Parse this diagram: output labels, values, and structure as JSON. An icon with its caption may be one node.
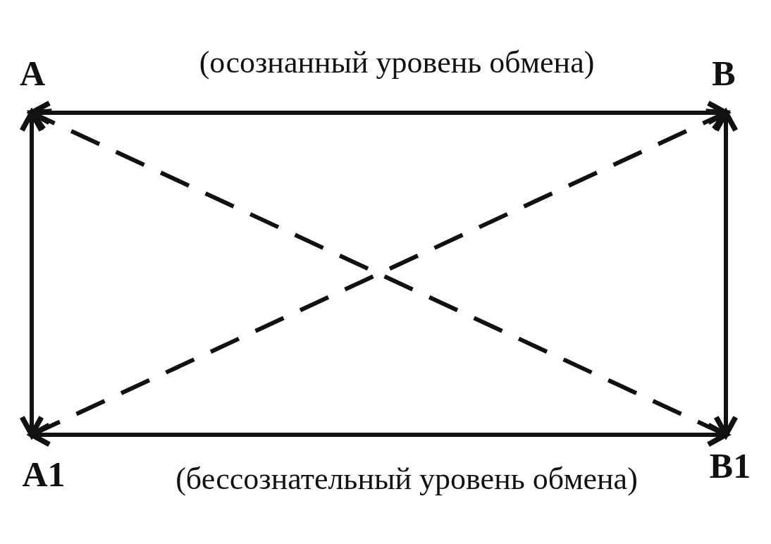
{
  "diagram": {
    "nodes": [
      {
        "text": [
          "A"
        ]
      },
      {
        "text": [
          "B"
        ]
      },
      {
        "text": [
          "A1"
        ]
      },
      {
        "text": [
          "B1"
        ]
      }
    ],
    "edges": [
      {
        "from": 0,
        "to": 1,
        "arrow": "both"
      },
      {
        "from": 0,
        "to": 2,
        "arrow": "both"
      },
      {
        "from": 1,
        "to": 3,
        "arrow": "both"
      },
      {
        "from": 2,
        "to": 3,
        "arrow": "both"
      },
      {
        "from": 3,
        "to": 0,
        "arrow": "to",
        "style": "dashed"
      },
      {
        "from": 2,
        "to": 1,
        "arrow": "to",
        "style": "dashed"
      }
    ],
    "labels": [
      "(осознанный уровень обмена)",
      "(бессознательный уровень обмена)"
    ]
  }
}
